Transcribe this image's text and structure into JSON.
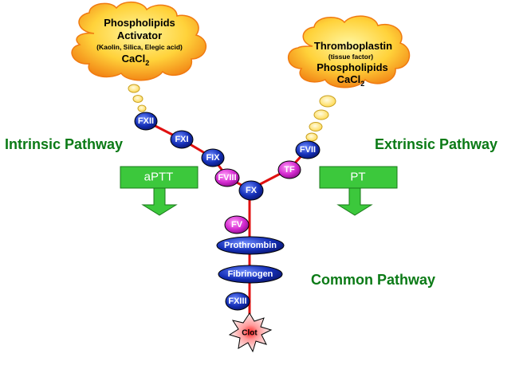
{
  "labels": {
    "intrinsic": "Intrinsic Pathway",
    "extrinsic": "Extrinsic Pathway",
    "common": "Common Pathway"
  },
  "clouds": {
    "left": {
      "line1": "Phospholipids",
      "line2": "Activator",
      "line3": "(Kaolin, Silica, Elegic acid)",
      "line4_main": "CaCl",
      "line4_sub": "2"
    },
    "right": {
      "line1": "Thromboplastin",
      "line2": "(tissue factor)",
      "line3": "Phospholipids",
      "line4_main": "CaCl",
      "line4_sub": "2"
    }
  },
  "tests": {
    "aptt": "aPTT",
    "pt": "PT"
  },
  "factors": {
    "fxii": "FXII",
    "fxi": "FXI",
    "fix": "FIX",
    "fviii": "FVIII",
    "fx": "FX",
    "tf": "TF",
    "fvii": "FVII",
    "fv": "FV",
    "prothrombin": "Prothrombin",
    "fibrinogen": "Fibrinogen",
    "fxiii": "FXIII",
    "clot": "Clot"
  },
  "colors": {
    "factor_blue": "#1530b8",
    "factor_pink": "#d42ad0",
    "line_red": "#e01010",
    "pathway_green": "#0b7a16",
    "box_green": "#3cc83c",
    "cloud_yellow": "#ffd23a",
    "cloud_orange": "#f07a10"
  }
}
